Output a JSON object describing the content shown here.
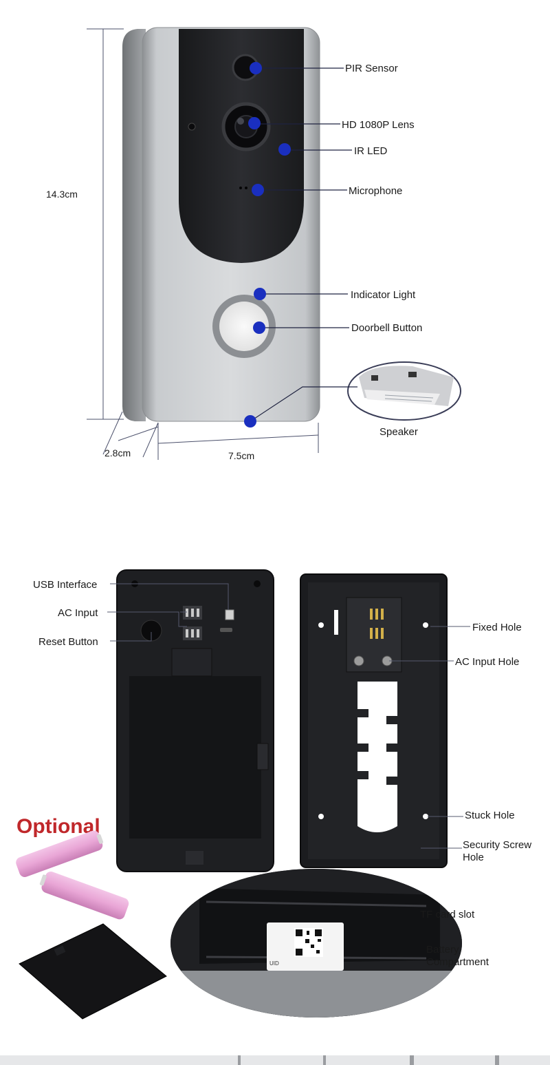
{
  "front": {
    "labels": {
      "pir_sensor": "PIR Sensor",
      "hd_lens": "HD 1080P Lens",
      "ir_led": "IR LED",
      "microphone": "Microphone",
      "indicator_light": "Indicator Light",
      "doorbell_button": "Doorbell Button",
      "speaker": "Speaker"
    },
    "dimensions": {
      "height": "14.3cm",
      "depth": "2.8cm",
      "width": "7.5cm"
    }
  },
  "back": {
    "labels": {
      "usb_interface": "USB Interface",
      "ac_input": "AC Input",
      "reset_button": "Reset Button",
      "fixed_hole": "Fixed Hole",
      "ac_input_hole": "AC Input Hole",
      "stuck_hole": "Stuck Hole",
      "security_screw_hole_1": "Security Screw",
      "security_screw_hole_2": "Hole",
      "tf_card_slot": "TF card slot",
      "battery_compartment_1": "Battery",
      "battery_compartment_2": "Compartment"
    },
    "optional": "Optional",
    "uid_text": "UID"
  },
  "colors": {
    "callout_dot": "#1a2fbf",
    "silver": "#b9bcbf",
    "dark_panel": "#1c1d20",
    "optional_red": "#c0282b",
    "battery_pink": "#e9a6d6"
  }
}
